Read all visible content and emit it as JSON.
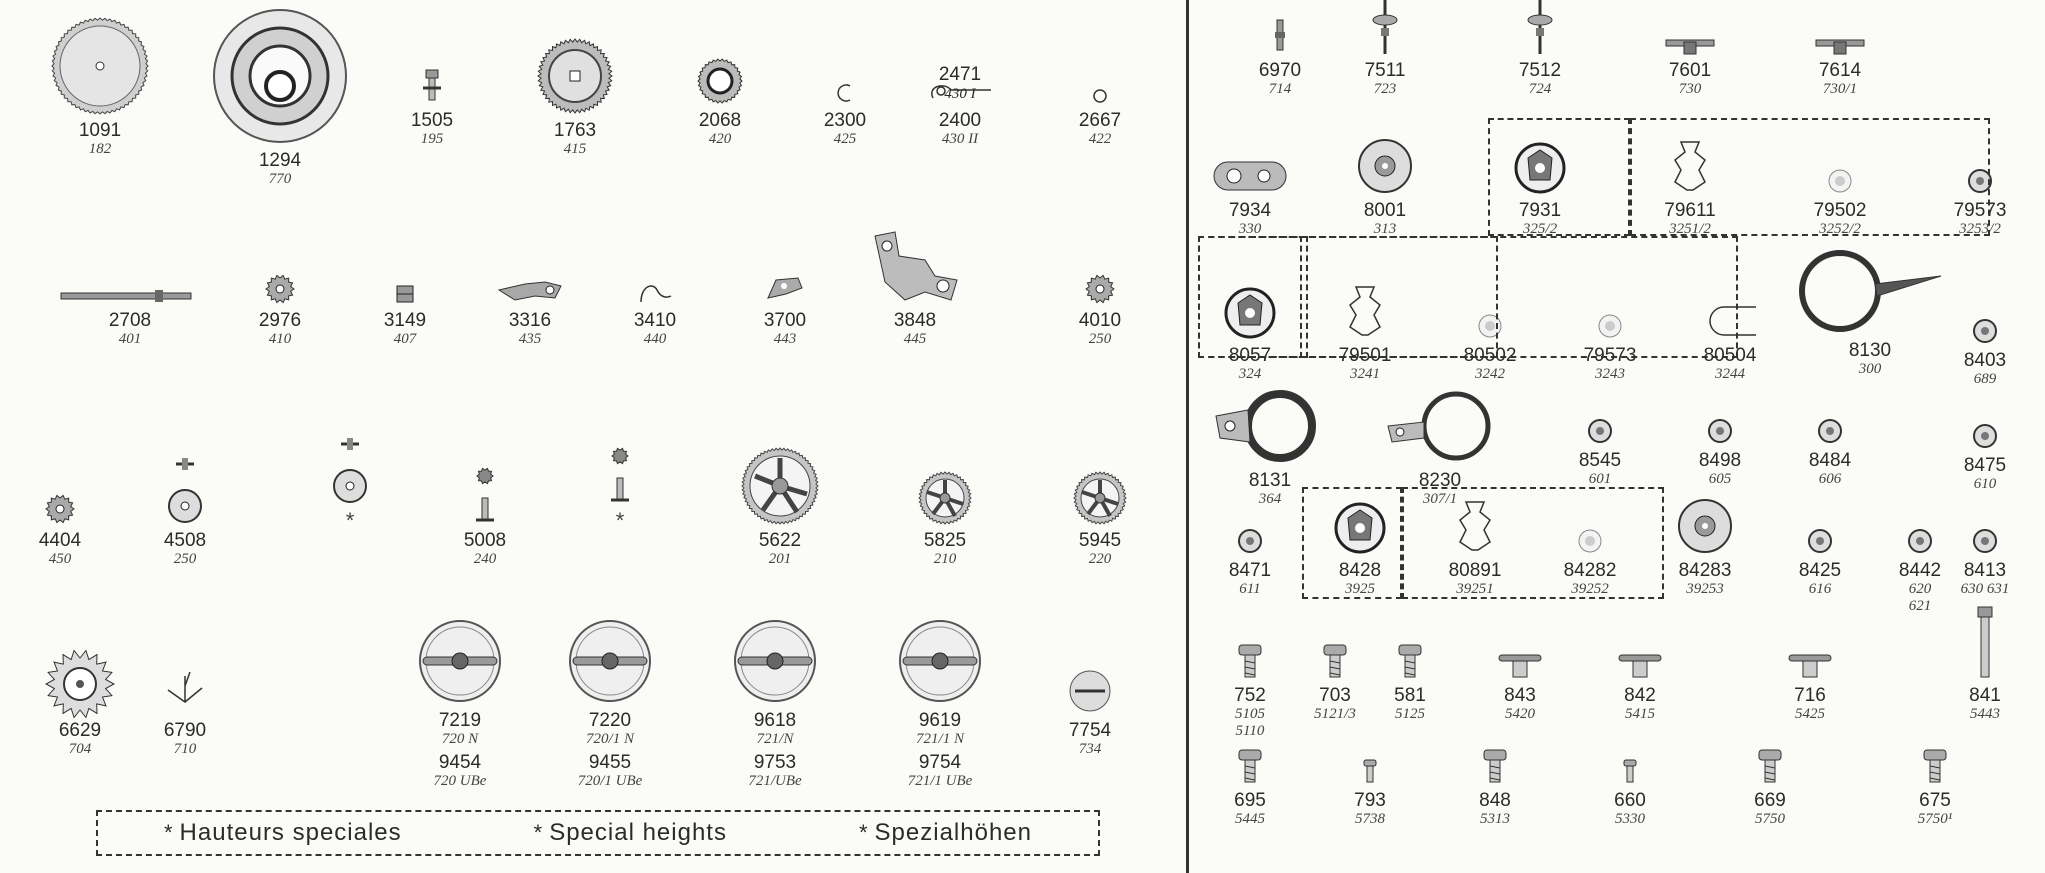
{
  "left_parts": [
    {
      "num": "1091",
      "ref": "182"
    },
    {
      "num": "1294",
      "ref": "770"
    },
    {
      "num": "1505",
      "ref": "195"
    },
    {
      "num": "1763",
      "ref": "415"
    },
    {
      "num": "2068",
      "ref": "420"
    },
    {
      "num": "2300",
      "ref": "425"
    },
    {
      "num": "2400",
      "ref": "430 II",
      "top_num": "2471",
      "top_ref": "430 I"
    },
    {
      "num": "2667",
      "ref": "422"
    },
    {
      "num": "2708",
      "ref": "401"
    },
    {
      "num": "2976",
      "ref": "410"
    },
    {
      "num": "3149",
      "ref": "407"
    },
    {
      "num": "3316",
      "ref": "435"
    },
    {
      "num": "3410",
      "ref": "440"
    },
    {
      "num": "3700",
      "ref": "443"
    },
    {
      "num": "3848",
      "ref": "445"
    },
    {
      "num": "4010",
      "ref": "250"
    },
    {
      "num": "4404",
      "ref": "450"
    },
    {
      "num": "4508",
      "ref": "250"
    },
    {
      "num": "",
      "ref": "",
      "star": "*"
    },
    {
      "num": "5008",
      "ref": "240"
    },
    {
      "num": "",
      "ref": "",
      "star": "*"
    },
    {
      "num": "5622",
      "ref": "201"
    },
    {
      "num": "5825",
      "ref": "210"
    },
    {
      "num": "5945",
      "ref": "220"
    },
    {
      "num": "6629",
      "ref": "704"
    },
    {
      "num": "6790",
      "ref": "710"
    },
    {
      "num": "7219",
      "ref": "720 N",
      "num2": "9454",
      "ref2": "720 UBe"
    },
    {
      "num": "7220",
      "ref": "720/1 N",
      "num2": "9455",
      "ref2": "720/1 UBe"
    },
    {
      "num": "9618",
      "ref": "721/N",
      "num2": "9753",
      "ref2": "721/UBe"
    },
    {
      "num": "9619",
      "ref": "721/1 N",
      "num2": "9754",
      "ref2": "721/1 UBe"
    },
    {
      "num": "7754",
      "ref": "734"
    }
  ],
  "right_parts": [
    {
      "num": "6970",
      "ref": "714"
    },
    {
      "num": "7511",
      "ref": "723"
    },
    {
      "num": "7512",
      "ref": "724"
    },
    {
      "num": "7601",
      "ref": "730"
    },
    {
      "num": "7614",
      "ref": "730/1"
    },
    {
      "num": "7934",
      "ref": "330"
    },
    {
      "num": "8001",
      "ref": "313"
    },
    {
      "num": "7931",
      "ref": "325/2"
    },
    {
      "num": "79611",
      "ref": "3251/2"
    },
    {
      "num": "79502",
      "ref": "3252/2"
    },
    {
      "num": "79573",
      "ref": "3253/2"
    },
    {
      "num": "8057",
      "ref": "324"
    },
    {
      "num": "79501",
      "ref": "3241"
    },
    {
      "num": "80502",
      "ref": "3242"
    },
    {
      "num": "79573",
      "ref": "3243"
    },
    {
      "num": "80504",
      "ref": "3244"
    },
    {
      "num": "8130",
      "ref": "300"
    },
    {
      "num": "8403",
      "ref": "689"
    },
    {
      "num": "8131",
      "ref": "364"
    },
    {
      "num": "8230",
      "ref": "307/1"
    },
    {
      "num": "8545",
      "ref": "601"
    },
    {
      "num": "8498",
      "ref": "605"
    },
    {
      "num": "8484",
      "ref": "606"
    },
    {
      "num": "8475",
      "ref": "610"
    },
    {
      "num": "8471",
      "ref": "611"
    },
    {
      "num": "8428",
      "ref": "3925"
    },
    {
      "num": "80891",
      "ref": "39251"
    },
    {
      "num": "84282",
      "ref": "39252"
    },
    {
      "num": "84283",
      "ref": "39253"
    },
    {
      "num": "8425",
      "ref": "616"
    },
    {
      "num": "8442",
      "ref": "620",
      "ref2": "621"
    },
    {
      "num": "8413",
      "ref": "630 631"
    },
    {
      "num": "752",
      "ref": "5105",
      "ref2": "5110"
    },
    {
      "num": "703",
      "ref": "5121/3"
    },
    {
      "num": "581",
      "ref": "5125"
    },
    {
      "num": "843",
      "ref": "5420"
    },
    {
      "num": "842",
      "ref": "5415"
    },
    {
      "num": "716",
      "ref": "5425"
    },
    {
      "num": "841",
      "ref": "5443"
    },
    {
      "num": "695",
      "ref": "5445"
    },
    {
      "num": "793",
      "ref": "5738"
    },
    {
      "num": "848",
      "ref": "5313"
    },
    {
      "num": "660",
      "ref": "5330"
    },
    {
      "num": "669",
      "ref": "5750"
    },
    {
      "num": "675",
      "ref": "5750¹"
    }
  ],
  "legend": [
    {
      "symbol": "*",
      "text": "Hauteurs speciales"
    },
    {
      "symbol": "*",
      "text": "Special heights"
    },
    {
      "symbol": "*",
      "text": "Spezialhöhen"
    }
  ]
}
